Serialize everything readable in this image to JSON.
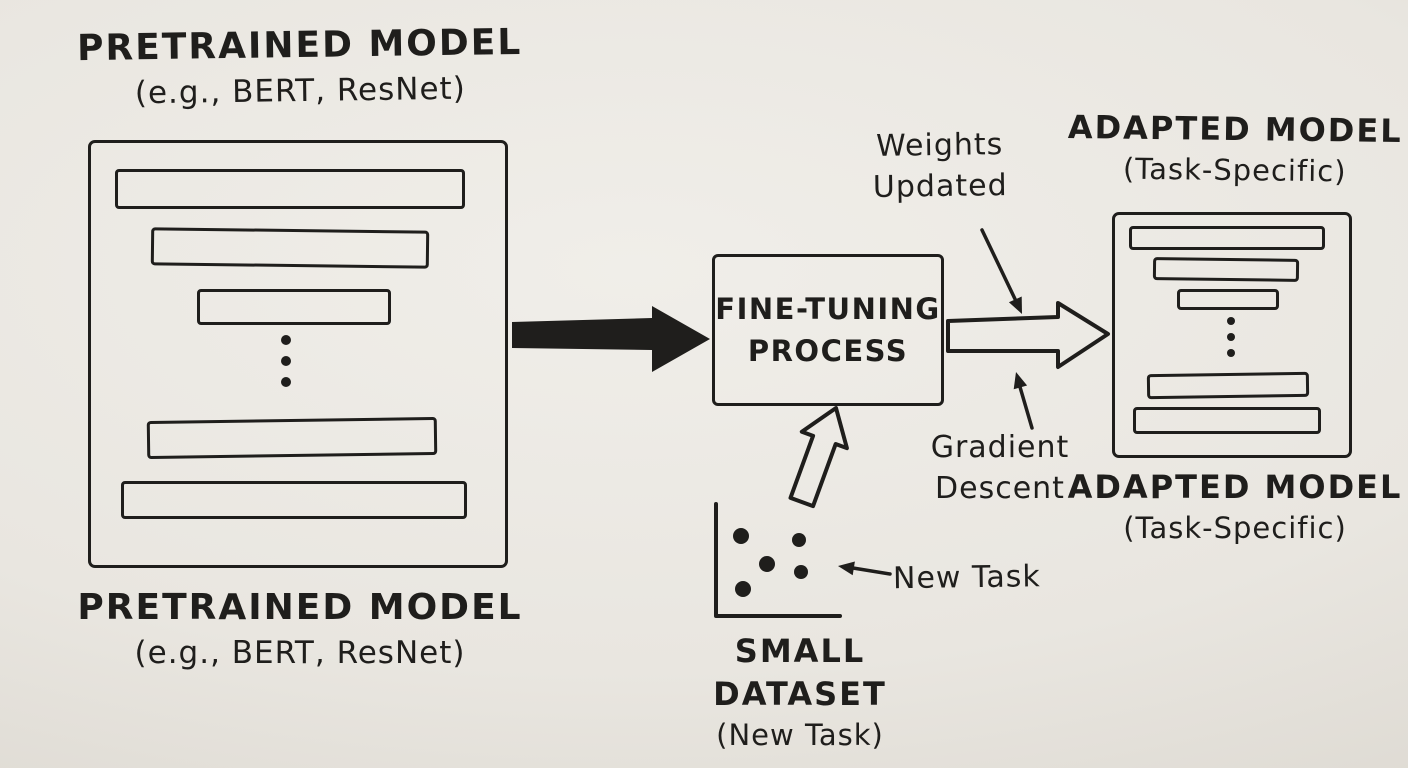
{
  "board": {
    "bg": "#e9e6e0",
    "ink": "#1f1e1c"
  },
  "icons": {
    "vertical_ellipsis": "vertical-three-dots",
    "arrows": [
      "solid-right-arrow",
      "hollow-right-arrow",
      "hollow-up-arrow",
      "thin-pointer-arrows"
    ]
  },
  "pretrained_model": {
    "heading_line1": "PRETRAINED MODEL",
    "heading_line2": "(e.g., BERT, ResNet)",
    "caption_line1": "PRETRAINED MODEL",
    "caption_line2": "(e.g., BERT, ResNet)"
  },
  "fine_tuning": {
    "line1": "FINE-TUNING",
    "line2": "PROCESS"
  },
  "adapted_model": {
    "heading_line1": "ADAPTED MODEL",
    "heading_line2": "(Task-Specific)",
    "caption_line1": "ADAPTED MODEL",
    "caption_line2": "(Task-Specific)"
  },
  "annotations": {
    "weights_line1": "Weights",
    "weights_line2": "Updated",
    "gradient_line1": "Gradient",
    "gradient_line2": "Descent",
    "new_task": "New Task"
  },
  "small_dataset": {
    "caption_line1": "SMALL DATASET",
    "caption_line2": "(New Task)",
    "points": [
      [
        741,
        536,
        8
      ],
      [
        799,
        540,
        7
      ],
      [
        767,
        564,
        8
      ],
      [
        801,
        572,
        7
      ],
      [
        743,
        589,
        8
      ]
    ]
  }
}
